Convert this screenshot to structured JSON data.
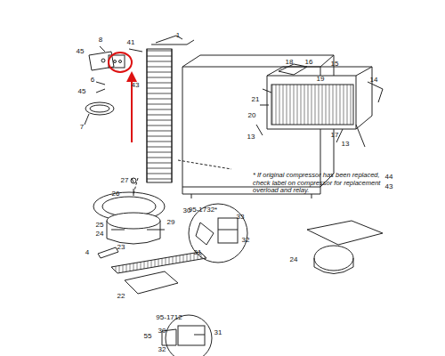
{
  "diagram": {
    "labels": [
      "45",
      "8",
      "41",
      "1",
      "6",
      "43",
      "45",
      "7",
      "18",
      "16",
      "15",
      "14",
      "19",
      "21",
      "20",
      "13",
      "17",
      "13",
      "44",
      "43",
      "* If original compressor has been replaced, check label on compressor for replacement overload and relay.",
      "27",
      "26",
      "95-1732*",
      "30",
      "33",
      "25",
      "24",
      "29",
      "23",
      "31",
      "32",
      "4",
      "22",
      "24",
      "95-1712",
      "30",
      "55",
      "31",
      "32"
    ]
  }
}
